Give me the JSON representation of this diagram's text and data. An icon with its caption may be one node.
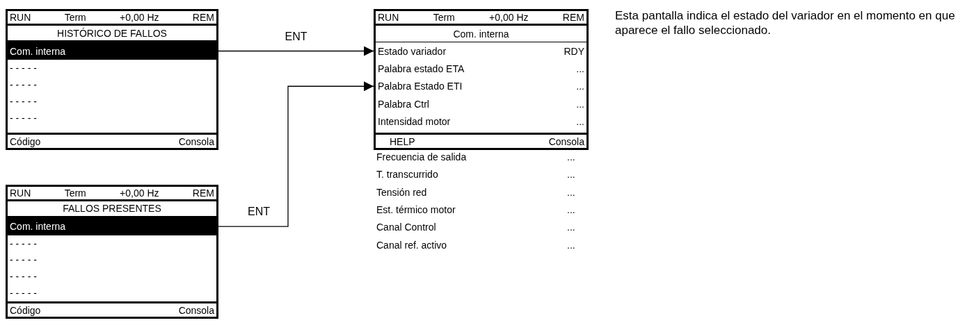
{
  "diagram": {
    "nodes": [
      {
        "text": [],
        "shape": "box"
      },
      {
        "text": [
          "RUN",
          "Term",
          "+0,00 Hz",
          "REM"
        ],
        "in": 0
      },
      {
        "text": [
          "HISTÓRICO DE FALLOS"
        ],
        "in": 0
      },
      {
        "text": [
          "Com. interna"
        ],
        "in": 0
      },
      {
        "text": [
          "- - - - -"
        ],
        "in": 0
      },
      {
        "text": [
          "- - - - -"
        ],
        "in": 0
      },
      {
        "text": [
          "- - - - -"
        ],
        "in": 0
      },
      {
        "text": [
          "- - - - -"
        ],
        "in": 0
      },
      {
        "text": [
          "Código",
          "Consola"
        ],
        "in": 0
      },
      {
        "text": [],
        "shape": "box"
      },
      {
        "text": [
          "RUN",
          "Term",
          "+0,00 Hz",
          "REM"
        ],
        "in": 9
      },
      {
        "text": [
          "FALLOS PRESENTES"
        ],
        "in": 9
      },
      {
        "text": [
          "Com. interna"
        ],
        "in": 9
      },
      {
        "text": [
          "- - - - -"
        ],
        "in": 9
      },
      {
        "text": [
          "- - - - -"
        ],
        "in": 9
      },
      {
        "text": [
          "- - - - -"
        ],
        "in": 9
      },
      {
        "text": [
          "- - - - -"
        ],
        "in": 9
      },
      {
        "text": [
          "Código",
          "Consola"
        ],
        "in": 9
      },
      {
        "text": [],
        "shape": "box"
      },
      {
        "text": [
          "RUN",
          "Term",
          "+0,00 Hz",
          "REM"
        ],
        "in": 18
      },
      {
        "text": [
          "Com. interna"
        ],
        "in": 18
      },
      {
        "text": [
          "Estado variador",
          "RDY"
        ],
        "in": 18
      },
      {
        "text": [
          "Palabra estado ETA",
          "..."
        ],
        "in": 18
      },
      {
        "text": [
          "Palabra Estado ETI",
          "..."
        ],
        "in": 18
      },
      {
        "text": [
          "Palabra Ctrl",
          "..."
        ],
        "in": 18
      },
      {
        "text": [
          "Intensidad motor",
          "..."
        ],
        "in": 18
      },
      {
        "text": [
          "HELP",
          "Consola"
        ],
        "in": 18
      }
    ],
    "edges": [
      {
        "from": 3,
        "to": 21,
        "arrow": "to",
        "label": "ENT"
      },
      {
        "from": 12,
        "to": 23,
        "arrow": "to",
        "label": "ENT"
      }
    ],
    "labels": [
      "Frecuencia de salida",
      "...",
      "T. transcurrido",
      "...",
      "Tensión red",
      "...",
      "Est. térmico motor",
      "...",
      "Canal Control",
      "...",
      "Canal ref. activo",
      "...",
      "Esta pantalla indica el estado del variador en el momento en que aparece el fallo seleccionado."
    ]
  }
}
